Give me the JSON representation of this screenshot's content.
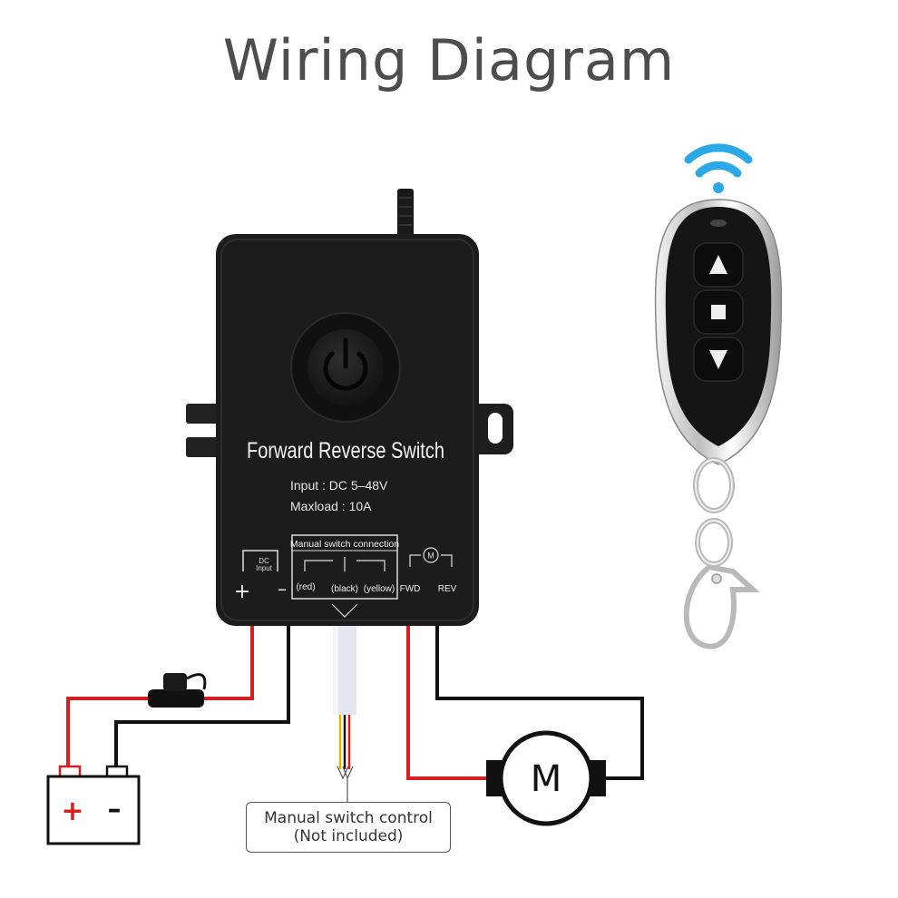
{
  "title": "Wiring Diagram",
  "controller": {
    "name": "Forward Reverse Switch",
    "input": "Input : DC 5–48V",
    "maxload": "Maxload : 10A",
    "dc_input_label": [
      "DC",
      "Input"
    ],
    "plus": "+",
    "minus": "–",
    "manual_connection_label": "Manual switch connection",
    "wire_labels": [
      "(red)",
      "(black)",
      "(yellow)"
    ],
    "motor_symbol": "M",
    "fwd": "FWD",
    "rev": "REV"
  },
  "battery": {
    "plus": "+",
    "minus": "–"
  },
  "motor": {
    "symbol": "M"
  },
  "manual_switch_caption": [
    "Manual switch control",
    "(Not included)"
  ],
  "colors": {
    "red_wire": "#d81e1e",
    "black_wire": "#111111",
    "device_body": "#1c1c1c",
    "remote_body": "#151515",
    "wifi_signal": "#2aa9e6",
    "title_text": "#4d4d4d"
  },
  "icons": [
    "power-icon",
    "wifi-signal-icon",
    "up-arrow-icon",
    "stop-icon",
    "down-arrow-icon",
    "fuse-icon"
  ]
}
